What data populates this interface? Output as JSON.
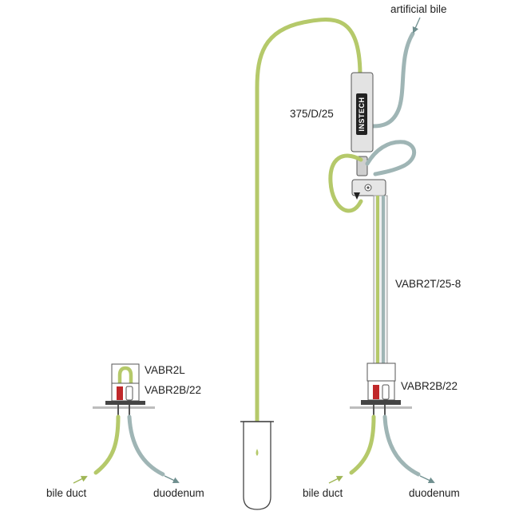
{
  "labels": {
    "artificial_bile": "artificial bile",
    "pump_model": "375/D/25",
    "tether_model": "VABR2T/25-8",
    "button_left_top": "VABR2L",
    "button_left_bottom": "VABR2B/22",
    "button_right": "VABR2B/22",
    "bile_duct_left": "bile duct",
    "duodenum_left": "duodenum",
    "bile_duct_right": "bile duct",
    "duodenum_right": "duodenum",
    "brand": "INSTECH"
  },
  "colors": {
    "bile_tube": "#b5c96a",
    "bile_tube_dark": "#9fb655",
    "saline_tube": "#9fb5b5",
    "saline_dark": "#86a0a0",
    "device_fill": "#e3e3e3",
    "device_stroke": "#555555",
    "red_port": "#c0282a",
    "platform": "#bdbdbd",
    "arrow": "#6f8f8f"
  }
}
